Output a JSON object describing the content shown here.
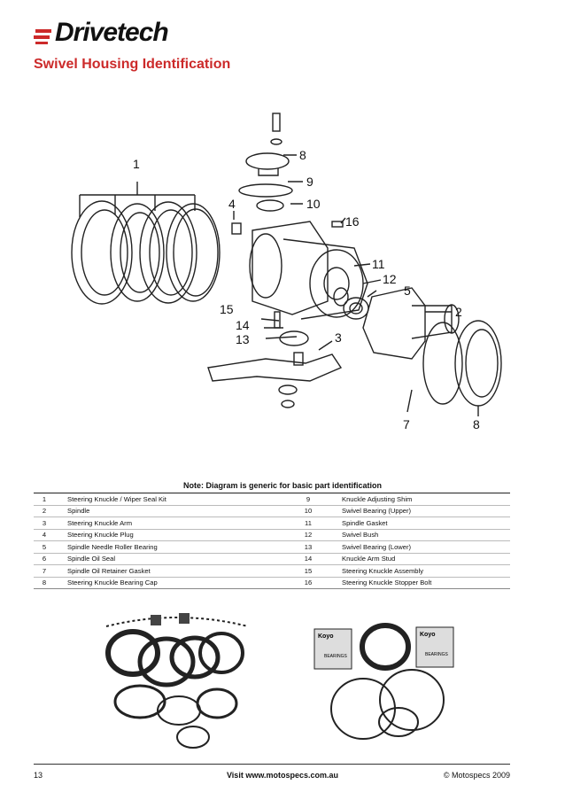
{
  "brand": {
    "name": "Drivetech",
    "accent_color": "#cc2a2a"
  },
  "page_title": "Swivel Housing Identification",
  "diagram": {
    "callouts": [
      "1",
      "8",
      "9",
      "4",
      "10",
      "16",
      "11",
      "12",
      "5",
      "15",
      "2",
      "14",
      "13",
      "3",
      "7",
      "8"
    ]
  },
  "note": "Note: Diagram is generic for basic part identification",
  "parts": [
    {
      "n1": "1",
      "p1": "Steering Knuckle / Wiper Seal Kit",
      "n2": "9",
      "p2": "Knuckle Adjusting Shim"
    },
    {
      "n1": "2",
      "p1": "Spindle",
      "n2": "10",
      "p2": "Swivel Bearing (Upper)"
    },
    {
      "n1": "3",
      "p1": "Steering Knuckle Arm",
      "n2": "11",
      "p2": "Spindle Gasket"
    },
    {
      "n1": "4",
      "p1": "Steering Knuckle Plug",
      "n2": "12",
      "p2": "Swivel Bush"
    },
    {
      "n1": "5",
      "p1": "Spindle Needle Roller Bearing",
      "n2": "13",
      "p2": "Swivel Bearing (Lower)"
    },
    {
      "n1": "6",
      "p1": "Spindle Oil Seal",
      "n2": "14",
      "p2": "Knuckle Arm Stud"
    },
    {
      "n1": "7",
      "p1": "Spindle Oil Retainer Gasket",
      "n2": "15",
      "p2": "Steering Knuckle Assembly"
    },
    {
      "n1": "8",
      "p1": "Steering Knuckle Bearing Cap",
      "n2": "16",
      "p2": "Steering Knuckle Stopper Bolt"
    }
  ],
  "photo_labels": {
    "box": "Koyo",
    "box_sub": "BEARINGS"
  },
  "footer": {
    "page_number": "13",
    "website": "Visit www.motospecs.com.au",
    "copyright": "© Motospecs 2009"
  }
}
